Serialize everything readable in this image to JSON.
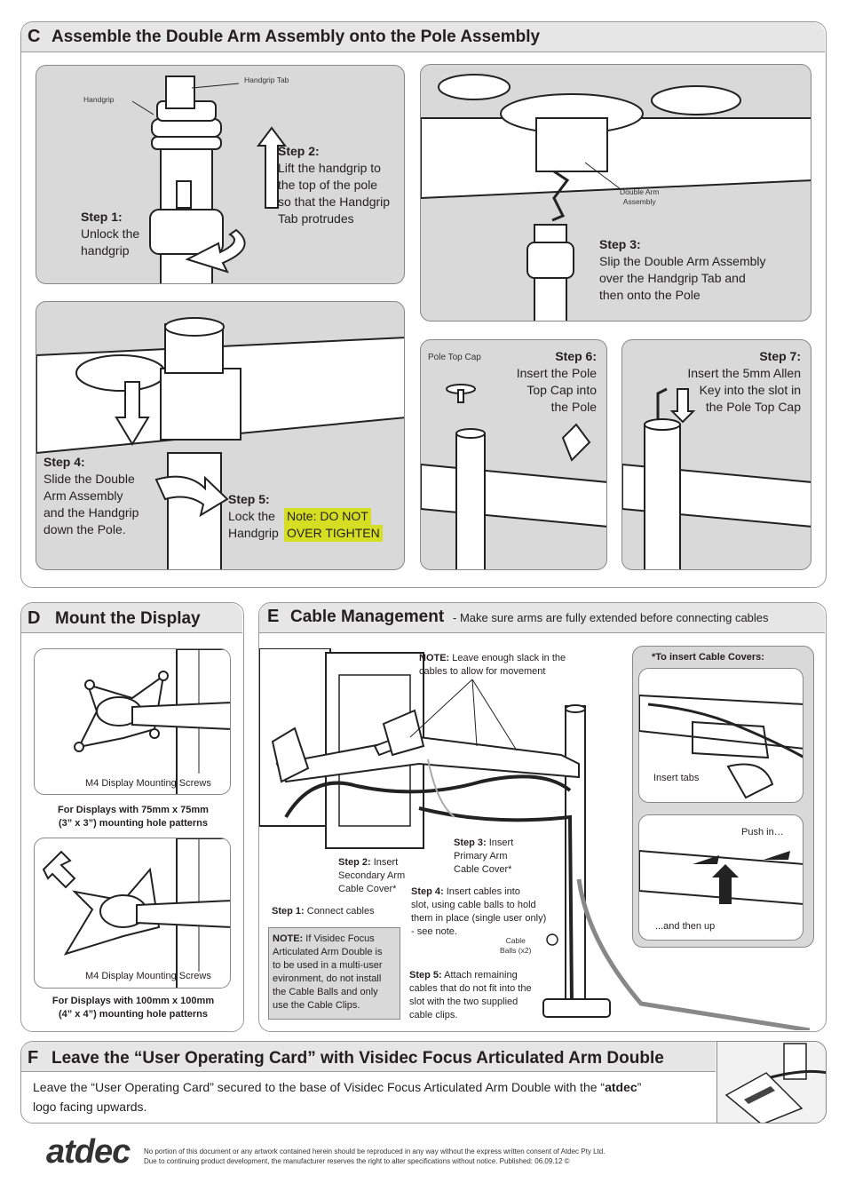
{
  "section_c": {
    "letter": "C",
    "title": "Assemble the Double Arm Assembly onto the Pole Assembly",
    "labels": {
      "handgrip": "Handgrip",
      "handgrip_tab": "Handgrip Tab",
      "double_arm_assembly_1": "Double Arm",
      "double_arm_assembly_2": "Assembly",
      "pole_top_cap": "Pole Top Cap"
    },
    "step1": {
      "title": "Step 1:",
      "lines": [
        "Unlock the",
        "handgrip"
      ]
    },
    "step2": {
      "title": "Step 2:",
      "lines": [
        "Lift the handgrip to",
        "the top of the pole",
        "so that the Handgrip",
        "Tab protrudes"
      ]
    },
    "step3": {
      "title": "Step 3:",
      "lines": [
        "Slip the Double Arm Assembly",
        "over the Handgrip Tab and",
        "then onto the Pole"
      ]
    },
    "step4": {
      "title": "Step 4:",
      "lines": [
        "Slide the Double",
        "Arm Assembly",
        "and the Handgrip",
        "down the Pole."
      ]
    },
    "step5": {
      "title": "Step 5:",
      "lines": [
        "Lock the",
        "Handgrip"
      ],
      "note_1": "Note: DO NOT",
      "note_2": "OVER TIGHTEN"
    },
    "step6": {
      "title": "Step 6:",
      "lines": [
        "Insert the Pole",
        "Top Cap into",
        "the Pole"
      ]
    },
    "step7": {
      "title": "Step 7:",
      "lines": [
        "Insert the 5mm Allen",
        "Key into the slot in",
        "the Pole Top Cap"
      ]
    }
  },
  "section_d": {
    "letter": "D",
    "title": "Mount the Display",
    "screws_label_1": "M4 Display Mounting Screws",
    "caption_1a": "For Displays with 75mm x 75mm",
    "caption_1b": "(3” x 3”) mounting hole patterns",
    "screws_label_2": "M4 Display Mounting Screws",
    "caption_2a": "For Displays with 100mm x 100mm",
    "caption_2b": "(4” x 4”) mounting hole patterns"
  },
  "section_e": {
    "letter": "E",
    "title": "Cable Management",
    "subtitle": "- Make sure arms are fully extended before connecting cables",
    "note_top_bold": "NOTE:",
    "note_top_1": "Leave enough slack in the",
    "note_top_2": "cables to allow for movement",
    "step1_bold": "Step 1:",
    "step1_text": "Connect cables",
    "step2_bold": "Step 2:",
    "step2_l1": "Insert",
    "step2_l2": "Secondary Arm",
    "step2_l3": "Cable Cover*",
    "step3_bold": "Step 3:",
    "step3_l1": "Insert",
    "step3_l2": "Primary Arm",
    "step3_l3": "Cable Cover*",
    "step4_bold": "Step 4:",
    "step4_l1": "Insert cables into",
    "step4_l2": "slot, using cable balls to hold",
    "step4_l3": "them in place (single user only)",
    "step4_l4": "- see note.",
    "cable_balls_1": "Cable",
    "cable_balls_2": "Balls (x2)",
    "step5_bold": "Step 5:",
    "step5_l1": "Attach remaining",
    "step5_l2": "cables that do not fit into the",
    "step5_l3": "slot with the two supplied",
    "step5_l4": "cable clips.",
    "note_box_bold": "NOTE:",
    "note_box_lines": [
      "If Visidec Focus",
      "Articulated Arm Double is",
      "to be used in a multi-user",
      "evironment, do not install",
      "the Cable Balls and only",
      "use the Cable Clips."
    ],
    "insert_covers_title": "*To insert Cable Covers:",
    "insert_tabs": "Insert tabs",
    "push_in": "Push in…",
    "and_then_up": "...and then up"
  },
  "section_f": {
    "letter": "F",
    "title": "Leave the “User Operating Card” with Visidec Focus Articulated Arm Double",
    "body_1": "Leave the “User Operating Card” secured to the base of Visidec Focus Articulated Arm Double with the “",
    "body_bold": "atdec",
    "body_2": "”",
    "body_3": "logo facing upwards."
  },
  "footer": {
    "logo": "atdec",
    "line1": "No portion of this document or any artwork contained herein should be reproduced in any way without the express written consent of Atdec Pty Ltd.",
    "line2": "Due to continuing product development, the manufacturer reserves the right to alter specifications without notice. Published: 06.09.12 ©"
  },
  "colors": {
    "panel_grey": "#d9d9d9",
    "header_grey": "#e6e6e6",
    "note_yellow": "#d6de23",
    "border": "#9b9b9b"
  }
}
